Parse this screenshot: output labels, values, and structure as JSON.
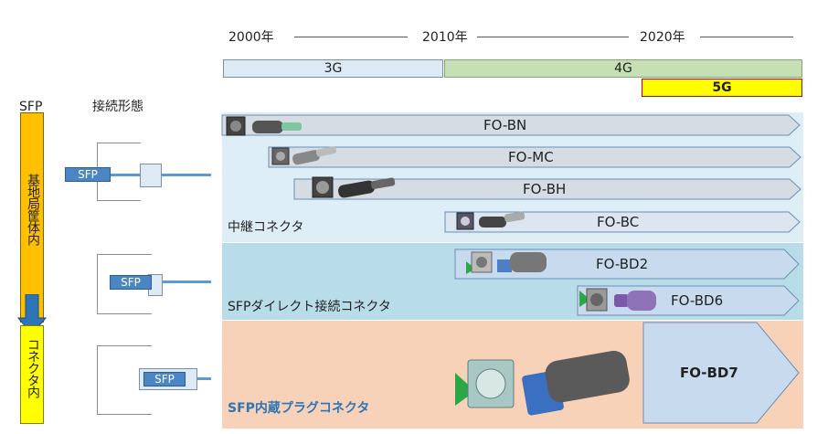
{
  "timeline": {
    "years": [
      "2000年",
      "2010年",
      "2020年"
    ]
  },
  "generations": [
    {
      "label": "3G",
      "color": "#dde9f4"
    },
    {
      "label": "4G",
      "color": "#c6e0b4"
    },
    {
      "label": "5G",
      "color": "#ffff00"
    }
  ],
  "left_column": {
    "sfp_header": "SFP",
    "mount_header": "接続形態",
    "inside_chassis": "基地局筐体内",
    "inside_connector": "コネクタ内",
    "sfp_box_label": "SFP"
  },
  "categories": [
    {
      "label": "中継コネクタ",
      "color": "#ddeef6"
    },
    {
      "label": "SFPダイレクト接続コネクタ",
      "color": "#b8dde9"
    },
    {
      "label": "SFP内蔵プラグコネクタ",
      "color": "#f8d2b8",
      "label_color": "#2f75b5"
    }
  ],
  "products": [
    {
      "label": "FO-BN"
    },
    {
      "label": "FO-MC"
    },
    {
      "label": "FO-BH"
    },
    {
      "label": "FO-BC"
    },
    {
      "label": "FO-BD2"
    },
    {
      "label": "FO-BD6"
    },
    {
      "label": "FO-BD7"
    }
  ],
  "icons": [
    "connector-receptacle-icon",
    "connector-plug-icon"
  ]
}
